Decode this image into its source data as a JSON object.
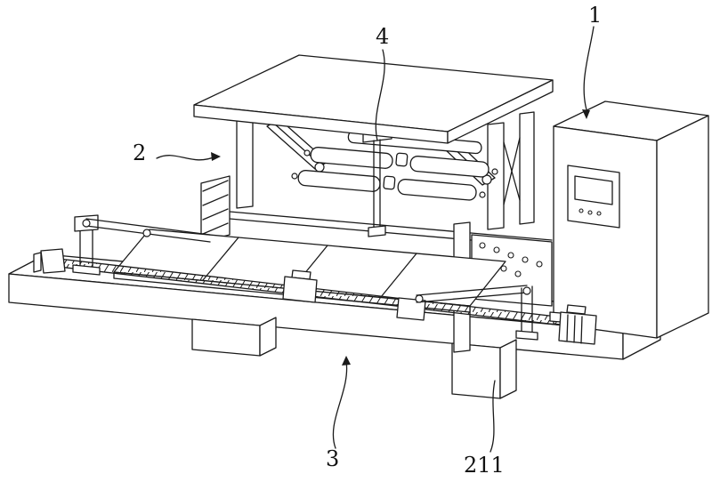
{
  "figure": {
    "type": "patent-line-drawing",
    "background_color": "#ffffff",
    "line_color": "#1a1a1a",
    "reference_labels": [
      {
        "text": "1"
      },
      {
        "text": "2"
      },
      {
        "text": "4"
      },
      {
        "text": "3"
      },
      {
        "text": "211"
      }
    ]
  }
}
